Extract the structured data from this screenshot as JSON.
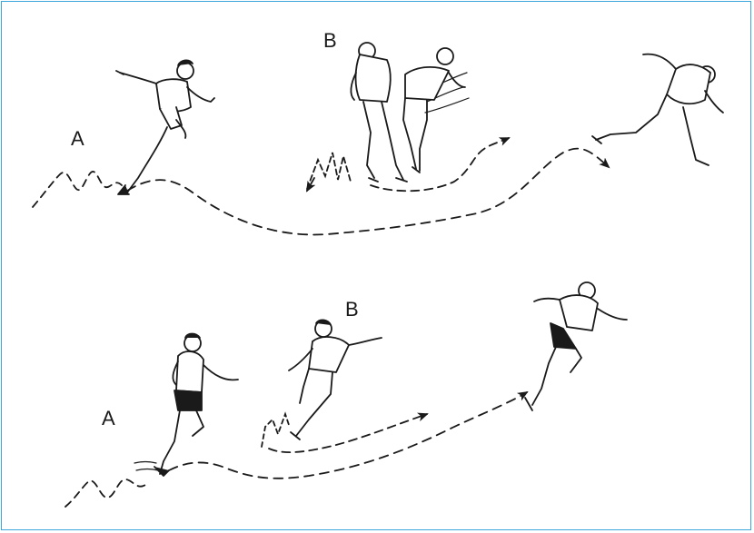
{
  "labels": {
    "top_a": "A",
    "top_b": "B",
    "bottom_a": "A",
    "bottom_b": "B"
  },
  "colors": {
    "ink": "#1a1a1a",
    "frame": "#3aa6dc",
    "shorts_dark": "#1a1a1a"
  },
  "icons": {
    "arrowhead": "arrow-icon"
  }
}
